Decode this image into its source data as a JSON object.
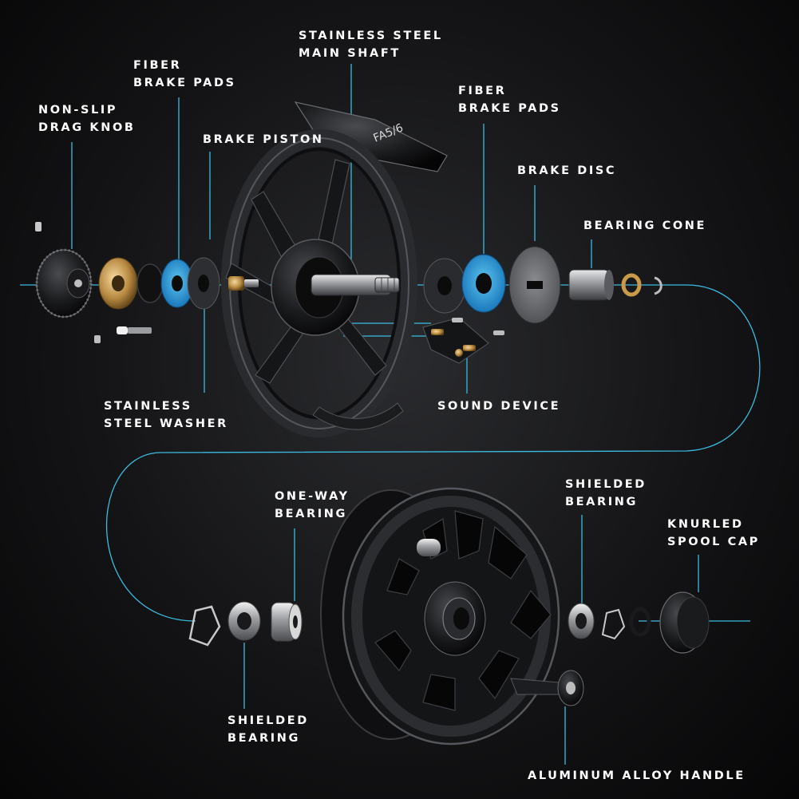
{
  "model_mark": "FA5/6",
  "colors": {
    "accent": "#3bbbe0",
    "background": "#0b0b0c",
    "label": "#ffffff",
    "brake_pad": "#1e90d8"
  },
  "labels": {
    "stainless_steel_main_shaft": [
      "STAINLESS STEEL",
      "MAIN SHAFT"
    ],
    "fiber_brake_pads_left": [
      "FIBER",
      "BRAKE PADS"
    ],
    "non_slip_drag_knob": [
      "NON-SLIP",
      "DRAG KNOB"
    ],
    "brake_piston": [
      "BRAKE PISTON"
    ],
    "fiber_brake_pads_right": [
      "FIBER",
      "BRAKE PADS"
    ],
    "brake_disc": [
      "BRAKE DISC"
    ],
    "bearing_cone": [
      "BEARING CONE"
    ],
    "stainless_steel_washer": [
      "STAINLESS",
      "STEEL WASHER"
    ],
    "sound_device": [
      "SOUND DEVICE"
    ],
    "one_way_bearing": [
      "ONE-WAY",
      "BEARING"
    ],
    "shielded_bearing_right": [
      "SHIELDED",
      "BEARING"
    ],
    "knurled_spool_cap": [
      "KNURLED",
      "SPOOL CAP"
    ],
    "shielded_bearing_bottom": [
      "SHIELDED",
      "BEARING"
    ],
    "aluminum_alloy_handle": [
      "ALUMINUM ALLOY HANDLE"
    ]
  }
}
